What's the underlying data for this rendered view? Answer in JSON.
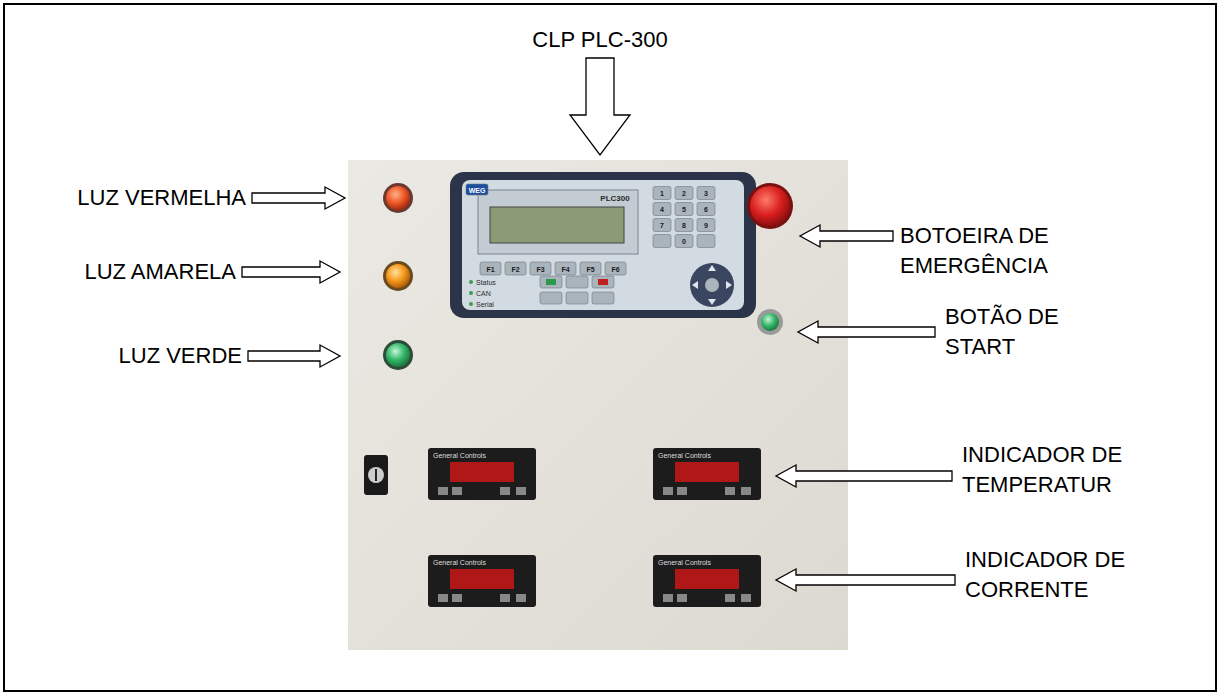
{
  "diagram": {
    "labels": [
      "CLP PLC-300",
      "LUZ VERMELHA",
      "LUZ AMARELA",
      "LUZ VERDE",
      "BOTOEIRA DE EMERGÊNCIA",
      "BOTÃO DE START",
      "INDICADOR DE TEMPERATUR",
      "INDICADOR DE CORRENTE",
      "WEG",
      "PLC300",
      "F1",
      "F2",
      "F3",
      "F4",
      "F5",
      "F6",
      "1",
      "2",
      "3",
      "4",
      "5",
      "6",
      "7",
      "8",
      "9",
      "0",
      "Status",
      "CAN",
      "Serial",
      "General Controls",
      "General Controls",
      "General Controls",
      "General Controls"
    ]
  }
}
